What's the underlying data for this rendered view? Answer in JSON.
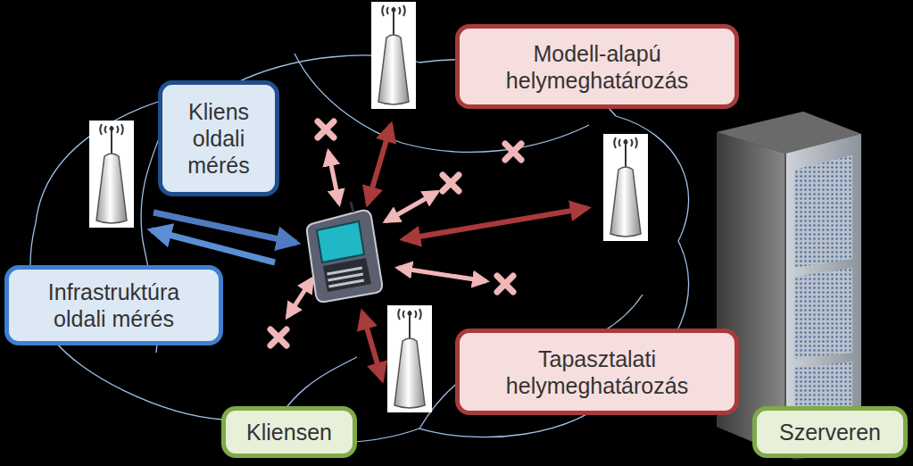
{
  "diagram": {
    "nodes": [
      {
        "text": [
          "Modell-alapú helymeghatározás"
        ]
      },
      {
        "text": [
          "Kliens oldali mérés"
        ]
      },
      {
        "text": [
          "Infrastruktúra oldali mérés"
        ]
      },
      {
        "text": [
          "Tapasztalati helymeghatározás"
        ]
      },
      {
        "text": [
          "Kliensen"
        ]
      },
      {
        "text": [
          "Szerveren"
        ]
      }
    ]
  }
}
